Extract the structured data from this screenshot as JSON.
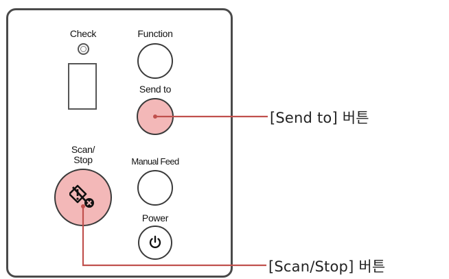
{
  "panel": {
    "check_label": "Check",
    "function_label": "Function",
    "send_to_label": "Send to",
    "scan_stop_label_line1": "Scan/",
    "scan_stop_label_line2": "Stop",
    "manual_feed_label": "Manual Feed",
    "power_label": "Power"
  },
  "callouts": {
    "send_to": "[Send to] 버튼",
    "scan_stop": "[Scan/Stop] 버튼"
  },
  "colors": {
    "highlight_fill": "#f3b8b8",
    "leader_line": "#c0504d",
    "panel_border": "#4a4a4a"
  },
  "icons": {
    "scan_stop": "scan-stop-icon",
    "power": "power-icon"
  }
}
